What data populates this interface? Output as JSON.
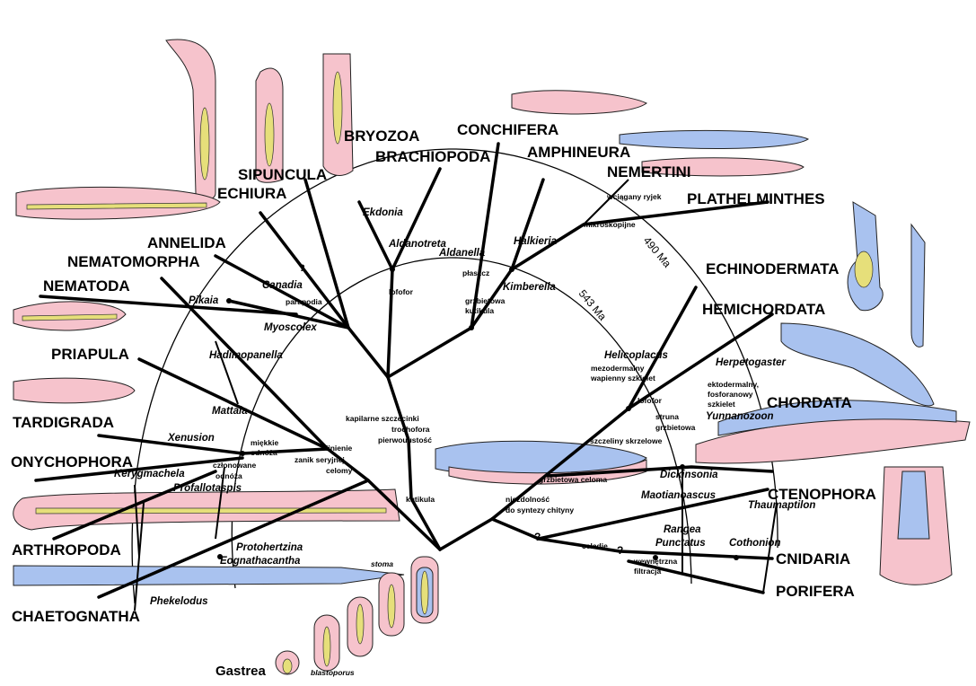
{
  "title": "Phylogenetic tree of animal phyla",
  "colors": {
    "pink": "#f6c3cc",
    "blue": "#a9c2ef",
    "yellow": "#e6df7a"
  },
  "taxa": [
    "BRYOZOA",
    "CONCHIFERA",
    "BRACHIOPODA",
    "AMPHINEURA",
    "NEMERTINI",
    "SIPUNCULA",
    "ECHIURA",
    "PLATHELMINTHES",
    "ANNELIDA",
    "NEMATOMORPHA",
    "NEMATODA",
    "ECHINODERMATA",
    "HEMICHORDATA",
    "PRIAPULA",
    "CHORDATA",
    "TARDIGRADA",
    "ONYCHOPHORA",
    "CTENOPHORA",
    "ARTHROPODA",
    "CNIDARIA",
    "PORIFERA",
    "CHAETOGNATHA",
    "Gastrea"
  ],
  "fossils": [
    "Ekdonia",
    "Aldanotreta",
    "Aldanella",
    "Halkieria",
    "Kimberella",
    "Canadia",
    "Pikaia",
    "Myoscolex",
    "Hadimopanella",
    "Mattaia",
    "Xenusion",
    "Kerygmachela",
    "Profallotaspis",
    "Protohertzina",
    "Eognathacantha",
    "Phekelodus",
    "Helicoplacus",
    "Herpetogaster",
    "Yunnanozoon",
    "Dickinsonia",
    "Maotianoascus",
    "Thaumaptilon",
    "Rangea",
    "Punctatus",
    "Cothonion"
  ],
  "characters": [
    "?",
    "parapodia",
    "lofofor",
    "płaszcz",
    "grzbietowa",
    "kutikula",
    "mikroskopijne",
    "wciągany ryjek",
    "mezodermalny",
    "wapienny szkielet",
    "lofofor",
    "ektodermalny,",
    "fosforanowy",
    "szkielet",
    "struna",
    "grzbietowa",
    "szczeliny skrzelowe",
    "kapilarne szczecinki",
    "trochofora",
    "pierwouustość",
    "miękkie",
    "odnóża",
    "linienie",
    "zanik seryjnej",
    "celomy",
    "członowane",
    "odnóża",
    "kutikula",
    "grzbietowa celoma",
    "niezdolność",
    "do syntezy chityny",
    "?",
    "celadie",
    "?",
    "wewnętrzna",
    "filtracja",
    "stoma",
    "blastoporus"
  ],
  "time_markers": [
    "490 Ma",
    "543 Ma"
  ]
}
